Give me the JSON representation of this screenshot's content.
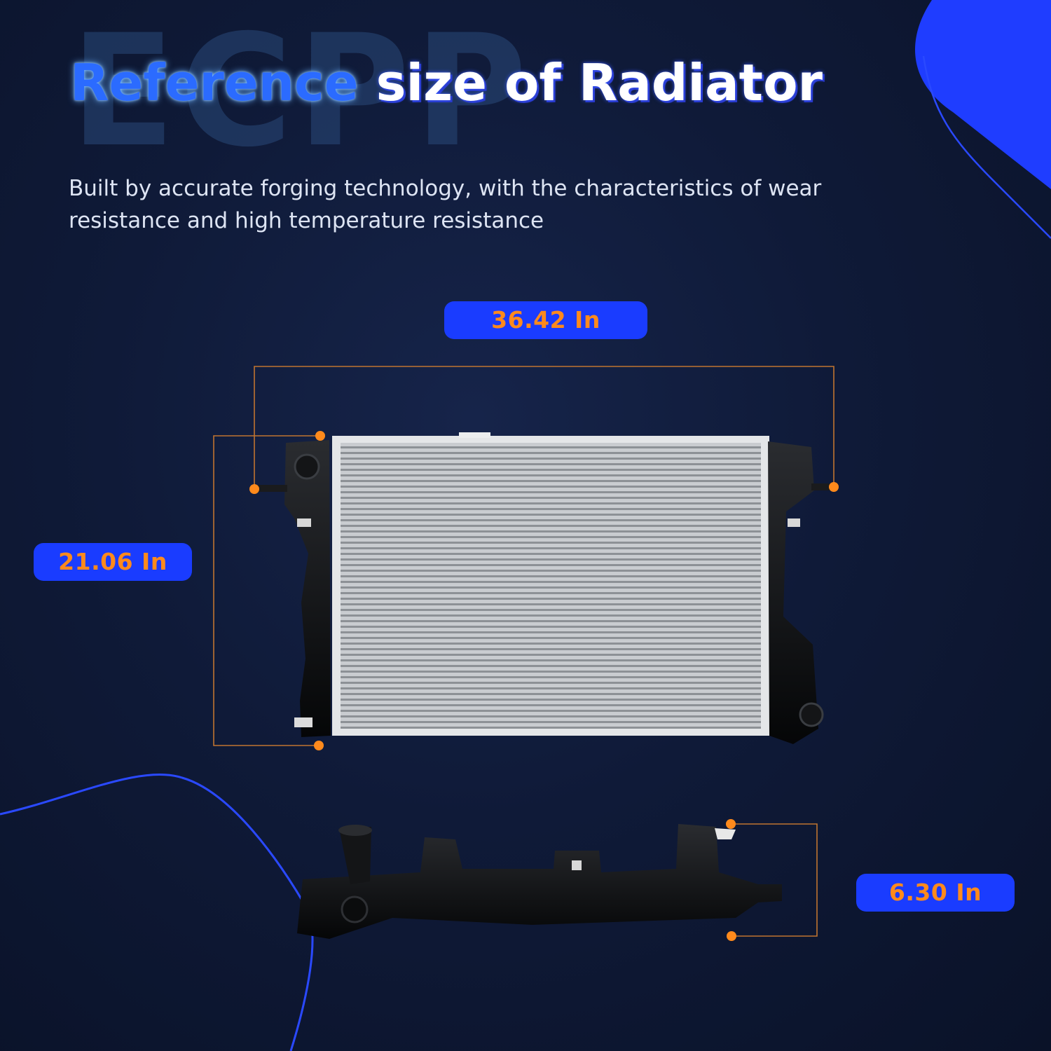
{
  "watermark": "ECPP",
  "header": {
    "title_accent": "Reference",
    "title_rest": "size of Radiator",
    "subtitle": "Built by accurate forging technology,  with the characteristics of wear resistance and high temperature resistance"
  },
  "dimensions": {
    "width": "36.42 In",
    "height": "21.06 In",
    "depth": "6.30 In"
  },
  "colors": {
    "accent_blue": "#1a3cff",
    "measure_orange": "#ff8a1c",
    "background": "#0f1a38"
  }
}
